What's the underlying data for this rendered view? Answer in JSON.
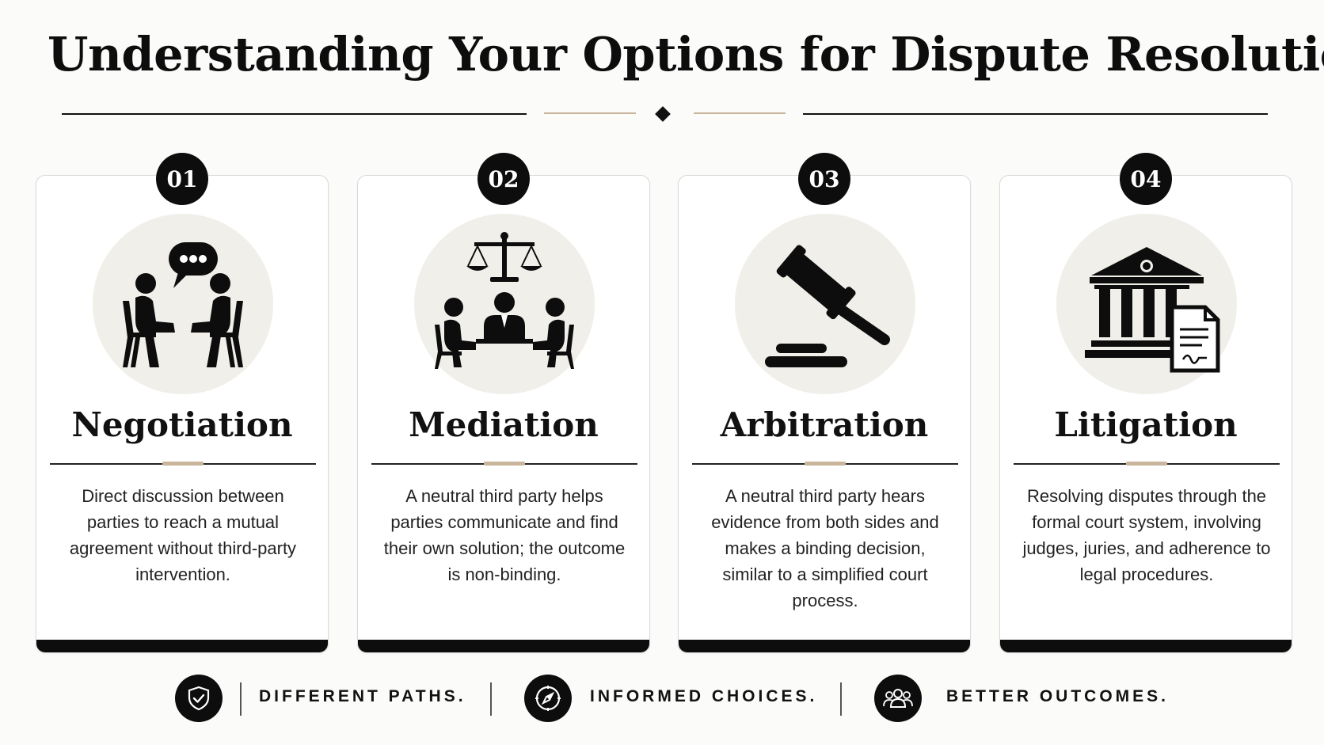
{
  "title": "Understanding Your Options for Dispute Resolution",
  "cards": [
    {
      "number": "01",
      "title": "Negotiation",
      "icon": "people-talking-icon",
      "description": "Direct discussion between parties to reach a mutual agreement without third-party intervention."
    },
    {
      "number": "02",
      "title": "Mediation",
      "icon": "scales-mediator-icon",
      "description": "A neutral third party helps parties communicate and find their own solution; the outcome is non-binding."
    },
    {
      "number": "03",
      "title": "Arbitration",
      "icon": "gavel-icon",
      "description": "A neutral third party hears evidence from both sides and makes a binding decision, similar to a simplified court process."
    },
    {
      "number": "04",
      "title": "Litigation",
      "icon": "courthouse-document-icon",
      "description": "Resolving disputes through the formal court system, involving judges, juries, and adherence to legal procedures."
    }
  ],
  "footer": [
    {
      "icon": "shield-check-icon",
      "text": "DIFFERENT PATHS."
    },
    {
      "icon": "compass-icon",
      "text": "INFORMED CHOICES."
    },
    {
      "icon": "group-icon",
      "text": "BETTER OUTCOMES."
    }
  ],
  "colors": {
    "accent": "#c8b59c",
    "dark": "#0d0d0d",
    "icon_bg": "#f1efea"
  }
}
